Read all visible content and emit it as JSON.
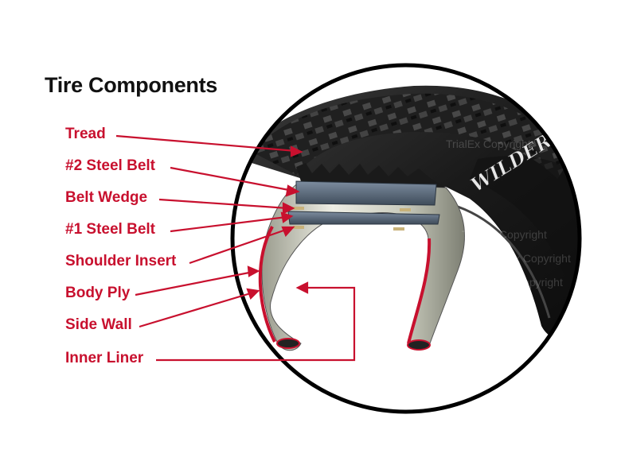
{
  "diagram": {
    "title": "Tire Components",
    "labels": [
      {
        "id": "tread",
        "text": "Tread"
      },
      {
        "id": "steel-belt-2",
        "text": "#2 Steel Belt"
      },
      {
        "id": "belt-wedge",
        "text": "Belt Wedge"
      },
      {
        "id": "steel-belt-1",
        "text": "#1 Steel Belt"
      },
      {
        "id": "shoulder-insert",
        "text": "Shoulder Insert"
      },
      {
        "id": "body-ply",
        "text": "Body Ply"
      },
      {
        "id": "side-wall",
        "text": "Side Wall"
      },
      {
        "id": "inner-liner",
        "text": "Inner Liner"
      }
    ],
    "sidewall_text": "WILDERNES",
    "watermark": "TrialEx Copyright",
    "colors": {
      "label": "#c8102e",
      "leader": "#c8102e",
      "title": "#111111",
      "frame": "#000000",
      "rubber": "#1b1b1b",
      "belt": "#5b6b7c",
      "inner_liner": "#c8102e",
      "casing": "#d7d8cc"
    }
  }
}
